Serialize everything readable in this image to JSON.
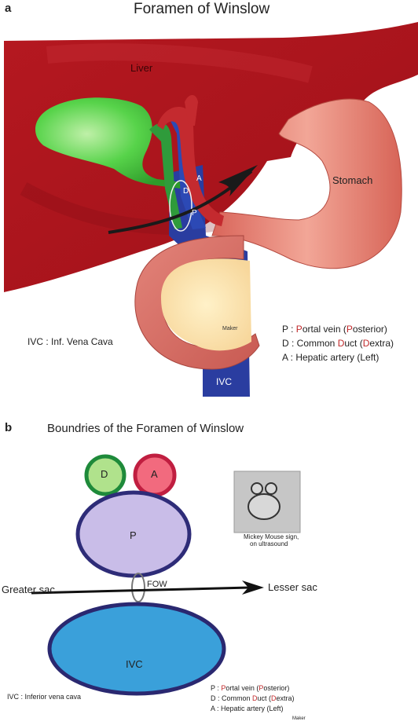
{
  "panel_a": {
    "letter": "a",
    "title": "Foramen of Winslow",
    "labels": {
      "liver": "Liver",
      "stomach": "Stomach",
      "ivc": "IVC",
      "d": "D",
      "a": "A",
      "p": "P",
      "maker": "Maker"
    },
    "ivc_note": "IVC : Inf. Vena Cava",
    "legend": {
      "p": {
        "prefix": "P : ",
        "hl1": "P",
        "mid": "ortal vein  (",
        "hl2": "P",
        "tail": "osterior)"
      },
      "d": {
        "prefix": "D : Common ",
        "hl1": "D",
        "mid": "uct (",
        "hl2": "D",
        "tail": "extra)"
      },
      "a": {
        "text": "A : Hepatic artery (Left)"
      }
    }
  },
  "panel_b": {
    "letter": "b",
    "title": "Boundries of the Foramen of Winslow",
    "labels": {
      "d": "D",
      "a": "A",
      "p": "P",
      "ivc": "IVC",
      "fow": "FOW"
    },
    "greater_sac": "Greater sac",
    "lesser_sac": "Lesser sac",
    "mickey_caption_1": "Mickey Mouse sign,",
    "mickey_caption_2": "on ultrasound",
    "ivc_note": "IVC : Inferior vena cava",
    "legend": {
      "p": {
        "prefix": "P : ",
        "hl1": "P",
        "mid": "ortal vein  (",
        "hl2": "P",
        "tail": "osterior)"
      },
      "d": {
        "prefix": "D : Common ",
        "hl1": "D",
        "mid": "uct (",
        "hl2": "D",
        "tail": "extra)"
      },
      "a": {
        "text": "A : Hepatic artery (Left)"
      }
    },
    "maker": "Maker"
  }
}
